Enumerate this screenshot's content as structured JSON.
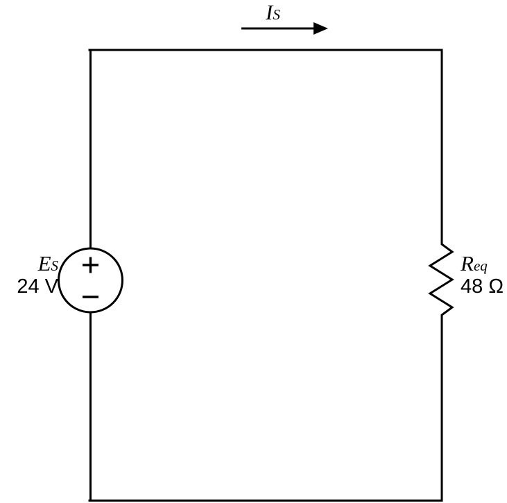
{
  "diagram": {
    "title": "Series circuit with voltage source and equivalent resistance",
    "background_color": "#ffffff",
    "line_color": "#000000",
    "line_width": 3
  },
  "current": {
    "symbol": "I",
    "subscript": "S",
    "arrow_direction": "right",
    "arrow_name": "current-arrow"
  },
  "source": {
    "symbol": "E",
    "subscript": "S",
    "value": "24 V",
    "polarity_positive": "+",
    "polarity_negative": "−",
    "type": "voltage-source"
  },
  "resistor": {
    "symbol": "R",
    "subscript": "eq",
    "value": "48 Ω",
    "type": "resistor"
  }
}
